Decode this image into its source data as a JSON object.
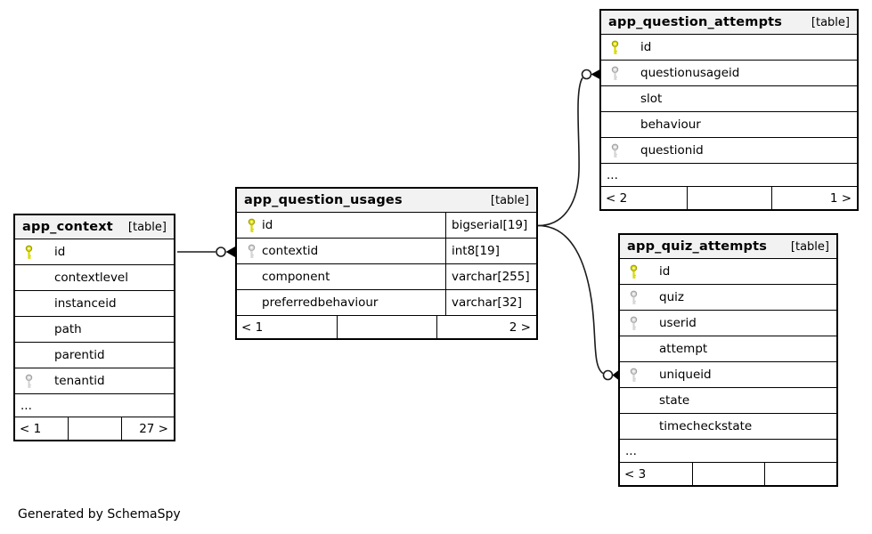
{
  "generator_note": "Generated by SchemaSpy",
  "colors": {
    "primary_key_fill": "#d9d900",
    "primary_key_stroke": "#999900",
    "foreign_key_fill": "#d4d4d4",
    "foreign_key_stroke": "#9e9e9e",
    "header_bg": "#f2f2f2",
    "border": "#000000",
    "relationship_line": "#1b1b1b"
  },
  "tables": [
    {
      "name": "app_context",
      "badge": "[table]",
      "columns": [
        {
          "name": "id",
          "key": "pk",
          "type": ""
        },
        {
          "name": "contextlevel",
          "key": "",
          "type": ""
        },
        {
          "name": "instanceid",
          "key": "",
          "type": ""
        },
        {
          "name": "path",
          "key": "",
          "type": ""
        },
        {
          "name": "parentid",
          "key": "",
          "type": ""
        },
        {
          "name": "tenantid",
          "key": "fk",
          "type": ""
        }
      ],
      "ellipsis": "...",
      "footer": [
        "< 1",
        "",
        "27 >"
      ]
    },
    {
      "name": "app_question_usages",
      "badge": "[table]",
      "columns": [
        {
          "name": "id",
          "key": "pk",
          "type": "bigserial[19]"
        },
        {
          "name": "contextid",
          "key": "fk",
          "type": "int8[19]"
        },
        {
          "name": "component",
          "key": "",
          "type": "varchar[255]"
        },
        {
          "name": "preferredbehaviour",
          "key": "",
          "type": "varchar[32]"
        }
      ],
      "ellipsis": "",
      "footer": [
        "< 1",
        "",
        "2 >"
      ]
    },
    {
      "name": "app_question_attempts",
      "badge": "[table]",
      "columns": [
        {
          "name": "id",
          "key": "pk",
          "type": ""
        },
        {
          "name": "questionusageid",
          "key": "fk",
          "type": ""
        },
        {
          "name": "slot",
          "key": "",
          "type": ""
        },
        {
          "name": "behaviour",
          "key": "",
          "type": ""
        },
        {
          "name": "questionid",
          "key": "fk",
          "type": ""
        }
      ],
      "ellipsis": "...",
      "footer": [
        "< 2",
        "",
        "1 >"
      ]
    },
    {
      "name": "app_quiz_attempts",
      "badge": "[table]",
      "columns": [
        {
          "name": "id",
          "key": "pk",
          "type": ""
        },
        {
          "name": "quiz",
          "key": "fk",
          "type": ""
        },
        {
          "name": "userid",
          "key": "fk",
          "type": ""
        },
        {
          "name": "attempt",
          "key": "",
          "type": ""
        },
        {
          "name": "uniqueid",
          "key": "fk",
          "type": ""
        },
        {
          "name": "state",
          "key": "",
          "type": ""
        },
        {
          "name": "timecheckstate",
          "key": "",
          "type": ""
        }
      ],
      "ellipsis": "...",
      "footer": [
        "< 3",
        "",
        ""
      ]
    }
  ],
  "relationships": [
    {
      "from": "app_context.id",
      "to": "app_question_usages.contextid"
    },
    {
      "from": "app_question_usages.id",
      "to": "app_question_attempts.questionusageid"
    },
    {
      "from": "app_question_usages.id",
      "to": "app_quiz_attempts.uniqueid"
    }
  ],
  "icons": {
    "pk": "primary-key-icon",
    "fk": "foreign-key-icon"
  }
}
